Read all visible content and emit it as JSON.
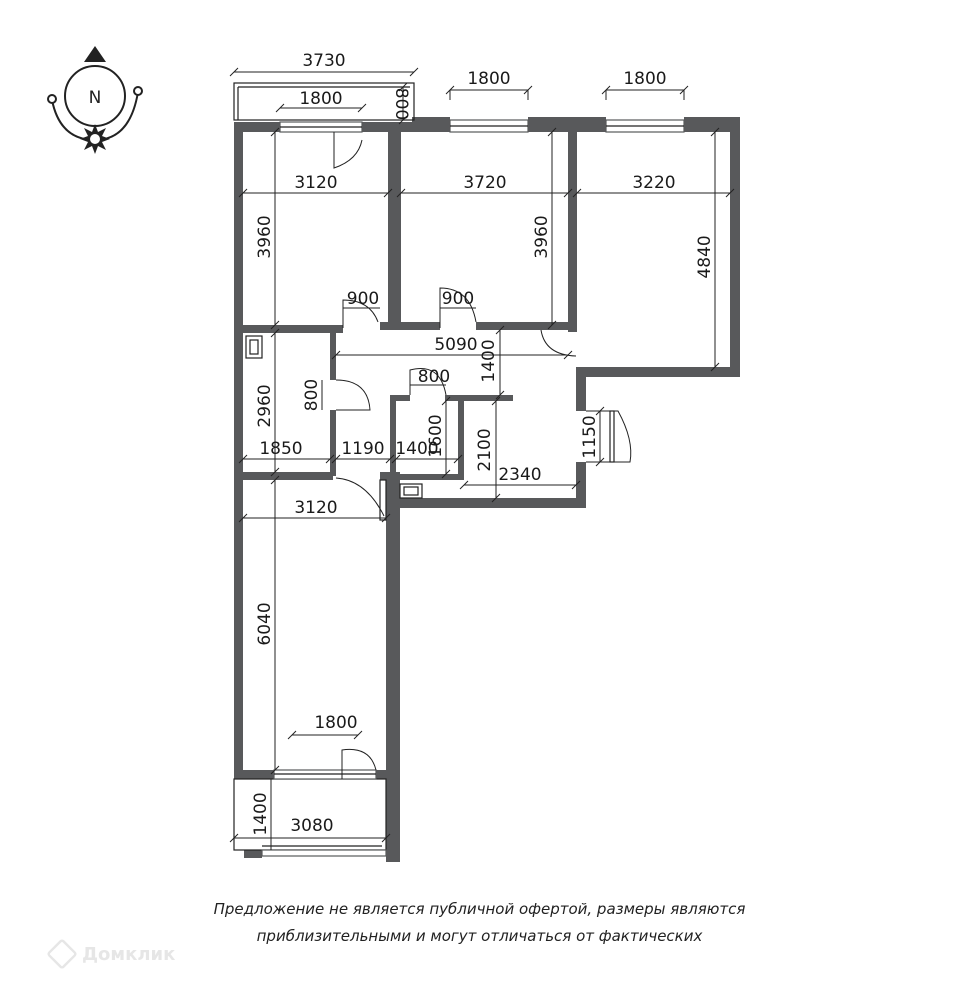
{
  "compass": {
    "label": "N"
  },
  "dimensions": {
    "balcony_top_width": "3730",
    "balcony_top_depth": "800",
    "window_room1": "1800",
    "window_room2": "1800",
    "window_room3": "1800",
    "room1_width": "3120",
    "room1_depth": "3960",
    "room2_width": "3720",
    "room2_depth": "3960",
    "room3_width": "3220",
    "room3_depth": "4840",
    "door_room1": "900",
    "door_room2": "900",
    "hall_length": "5090",
    "hall_depth": "1400",
    "door_bath": "800",
    "bath_depth": "2960",
    "bath_door": "800",
    "bath_width": "1850",
    "wc_width": "1190",
    "closet_width": "1400",
    "closet_depth": "1600",
    "entry_depth": "2100",
    "entry_width": "2340",
    "entrance_door": "1150",
    "kitchen_width": "3120",
    "kitchen_depth": "6040",
    "window_kitchen": "1800",
    "balcony_bottom_depth": "1400",
    "balcony_bottom_width": "3080"
  },
  "disclaimer": {
    "line1": "Предложение не является публичной офертой, размеры являются",
    "line2": "приблизительными и могут отличаться от фактических"
  },
  "brand": "Домклик"
}
